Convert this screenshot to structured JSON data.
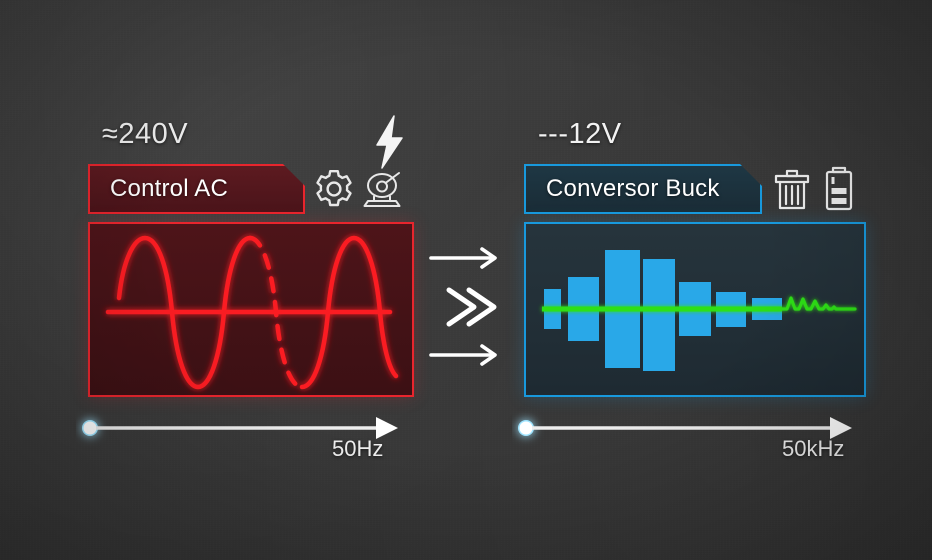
{
  "background": {
    "color": "#3b3b3b",
    "texture": "dark-concrete"
  },
  "left_panel": {
    "voltage_label": "≈240V",
    "tab_label": "Control AC",
    "accent_color": "#e8252d",
    "body_fill": "#451318",
    "freq_label": "50Hz",
    "icons": [
      {
        "name": "lightning-bolt-icon",
        "label": "lightning-bolt"
      },
      {
        "name": "gear-icon",
        "label": "gear"
      },
      {
        "name": "bench-grinder-icon",
        "label": "bench-grinder"
      }
    ],
    "waveform": {
      "type": "line",
      "color": "#fa1e23",
      "description": "AC sine wave with zero-axis baseline",
      "baseline_y": 0,
      "cycles": 3,
      "amplitude": 1
    }
  },
  "right_panel": {
    "voltage_label": "---12V",
    "tab_label": "Conversor Buck",
    "accent_color": "#1899dd",
    "body_fill": "#222f37",
    "freq_label": "50kHz",
    "icons": [
      {
        "name": "trash-icon",
        "label": "trash"
      },
      {
        "name": "battery-icon",
        "label": "battery"
      }
    ],
    "waveform": {
      "type": "bar",
      "bar_color": "#29a8e8",
      "line_color": "#2ee016",
      "description": "PWM switching pulses decaying into smoothed DC output"
    }
  },
  "middle": {
    "items": [
      {
        "name": "arrow-right-top-icon",
        "label": "arrow-right"
      },
      {
        "name": "double-chevron-right-icon",
        "label": "double-chevron-right"
      },
      {
        "name": "arrow-right-bottom-icon",
        "label": "arrow-right"
      }
    ],
    "glow_color": "#3fc9ff"
  },
  "chart_data": [
    {
      "type": "line",
      "title": "Control AC",
      "xlabel": "50Hz",
      "ylabel": "",
      "series": [
        {
          "name": "AC sine wave 240V",
          "color": "#fa1e23",
          "points_x": [
            0,
            5,
            12,
            20,
            28,
            36,
            44,
            52,
            60,
            68,
            76,
            84,
            92,
            100
          ],
          "points_y": [
            0.35,
            0.85,
            1.0,
            0.3,
            -1.0,
            -0.55,
            0.6,
            1.0,
            0.05,
            -1.0,
            -0.4,
            0.85,
            0.7,
            -0.55
          ]
        },
        {
          "name": "zero baseline",
          "color": "#fa1e23",
          "points_x": [
            0,
            100
          ],
          "points_y": [
            0,
            0
          ]
        }
      ],
      "ylim": [
        -1.15,
        1.15
      ],
      "grid": false,
      "legend": "none"
    },
    {
      "type": "bar",
      "title": "Conversor Buck",
      "xlabel": "50kHz",
      "ylabel": "",
      "bar_color": "#29a8e8",
      "line_color": "#2ee016",
      "categories": [
        "p1",
        "p2",
        "p3",
        "p4",
        "p5",
        "p6",
        "p7",
        "p8"
      ],
      "values": [
        0.3,
        0.62,
        1.0,
        0.95,
        0.54,
        0.36,
        0.22,
        0.0
      ],
      "bar_widths": [
        17,
        31,
        35,
        32,
        32,
        30,
        30,
        0
      ],
      "ripple_values": [
        0.12,
        0.11,
        0.09,
        0.04,
        0.02
      ],
      "ylim": [
        -1.1,
        1.1
      ],
      "grid": false,
      "legend": "none"
    }
  ]
}
